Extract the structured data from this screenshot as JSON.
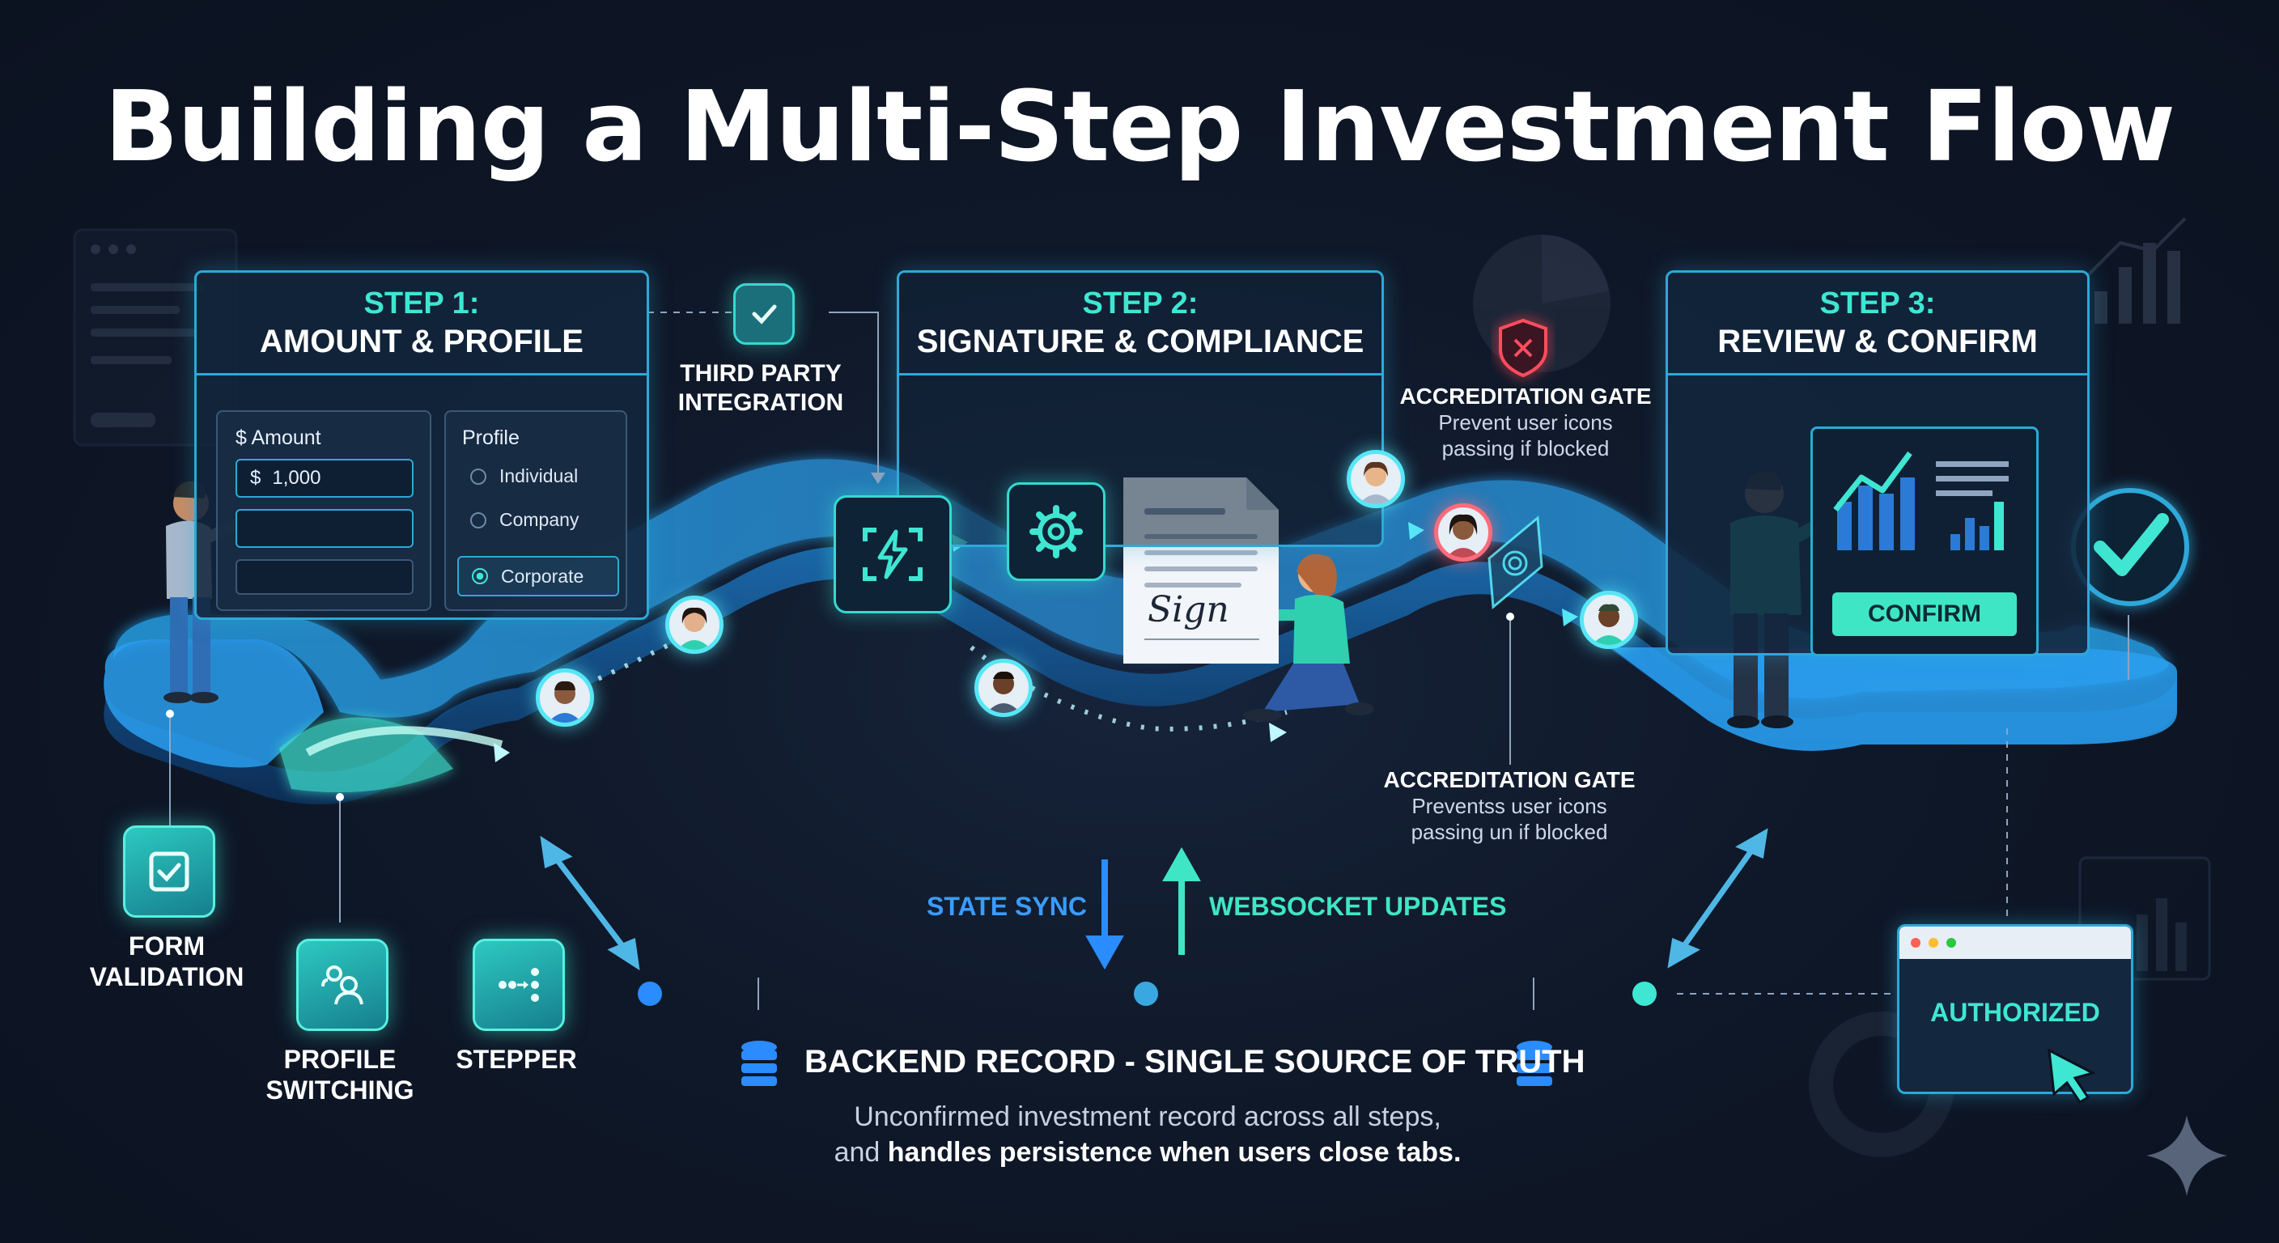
{
  "title": "Building a Multi-Step Investment Flow",
  "steps": [
    {
      "label": "STEP 1:",
      "title": "AMOUNT & PROFILE"
    },
    {
      "label": "STEP 2:",
      "title": "SIGNATURE & COMPLIANCE"
    },
    {
      "label": "STEP 3:",
      "title": "REVIEW & CONFIRM"
    }
  ],
  "amount_card": {
    "title": "$ Amount",
    "currency": "$",
    "value": "1,000"
  },
  "profile_card": {
    "title": "Profile",
    "options": [
      {
        "label": "Individual",
        "selected": false
      },
      {
        "label": "Company",
        "selected": false
      },
      {
        "label": "Corporate",
        "selected": true
      }
    ]
  },
  "third_party": {
    "line1": "THIRD PARTY",
    "line2": "INTEGRATION"
  },
  "gate_top": {
    "title": "ACCREDITATION GATE",
    "line1": "Prevent user icons",
    "line2": "passing if blocked"
  },
  "gate_bottom": {
    "title": "ACCREDITATION GATE",
    "line1": "Preventss user icons",
    "line2": "passing un if blocked"
  },
  "signature_text": "Sign",
  "confirm_button": "CONFIRM",
  "features": [
    {
      "line1": "FORM",
      "line2": "VALIDATION",
      "icon": "checkbox-icon"
    },
    {
      "line1": "PROFILE",
      "line2": "SWITCHING",
      "icon": "profile-switch-icon"
    },
    {
      "line1": "STEPPER",
      "line2": "",
      "icon": "stepper-icon"
    }
  ],
  "sync": {
    "state_sync": "STATE SYNC",
    "websocket": "WEBSOCKET UPDATES"
  },
  "backend": {
    "title": "BACKEND RECORD - SINGLE SOURCE OF TRUTH",
    "desc_line1": "Unconfirmed investment record across all steps,",
    "desc_line2_pre": "and ",
    "desc_line2_bold": "handles persistence when users close tabs."
  },
  "authorized": "AUTHORIZED",
  "colors": {
    "accent_teal": "#3fe6d2",
    "accent_blue": "#2ea8d8",
    "background": "#0f1828",
    "alert_red": "#ff4d5e"
  }
}
